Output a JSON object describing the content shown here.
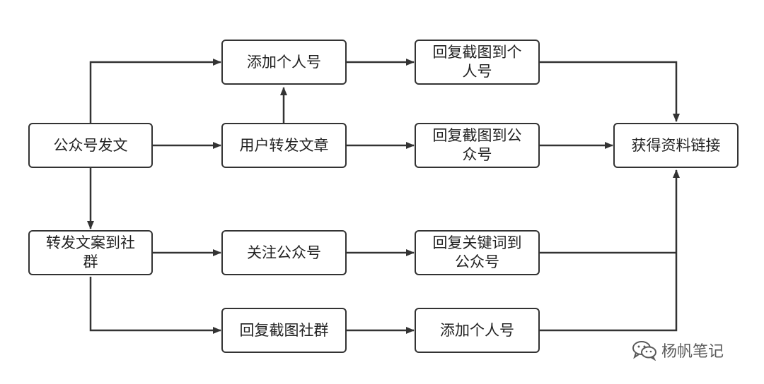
{
  "colors": {
    "stroke": "#333333",
    "text": "#222222",
    "background": "#ffffff",
    "watermark": "#5a5a5a"
  },
  "nodes": {
    "gzh_post": "公众号发文",
    "add_personal_top": "添加个人号",
    "reply_shot_personal": "回复截图到个\n人号",
    "user_forward": "用户转发文章",
    "reply_shot_gzh": "回复截图到公\n众号",
    "get_link": "获得资料链接",
    "forward_group": "转发文案到社\n群",
    "follow_gzh": "关注公众号",
    "reply_keyword": "回复关键词到\n公众号",
    "reply_shot_group": "回复截图社群",
    "add_personal_bottom": "添加个人号"
  },
  "watermark": {
    "icon": "wechat-icon",
    "text": "杨帆笔记"
  }
}
